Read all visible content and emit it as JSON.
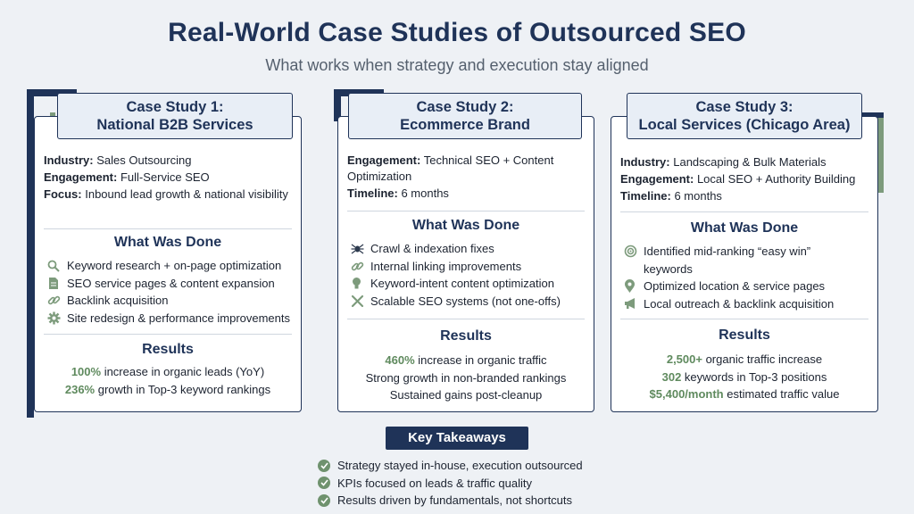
{
  "title": "Real-World Case Studies of Outsourced SEO",
  "subtitle": "What works when strategy and execution stay aligned",
  "colors": {
    "navy": "#1f3358",
    "green": "#5f8a5e",
    "accent_green": "#7d9b7c"
  },
  "cards": [
    {
      "header_line1": "Case Study 1:",
      "header_line2": "National B2B Services",
      "meta": [
        {
          "label": "Industry:",
          "value": " Sales Outsourcing"
        },
        {
          "label": "Engagement:",
          "value": " Full-Service SEO"
        },
        {
          "label": "Focus:",
          "value": " Inbound lead growth & national visibility"
        }
      ],
      "done_title": "What Was Done",
      "done": [
        {
          "icon": "search-icon",
          "text": "Keyword research + on-page optimization"
        },
        {
          "icon": "document-icon",
          "text": "SEO service pages & content expansion"
        },
        {
          "icon": "link-icon",
          "text": "Backlink acquisition"
        },
        {
          "icon": "gear-icon",
          "text": "Site redesign & performance improvements"
        }
      ],
      "results_title": "Results",
      "results": [
        {
          "hl": "100%",
          "text": " increase in organic leads (YoY)"
        },
        {
          "hl": "236%",
          "text": " growth in Top-3 keyword rankings"
        }
      ]
    },
    {
      "header_line1": "Case Study 2:",
      "header_line2": "Ecommerce Brand",
      "meta": [
        {
          "label": "Engagement:",
          "value": " Technical SEO + Content Optimization"
        },
        {
          "label": "Timeline:",
          "value": " 6 months"
        }
      ],
      "done_title": "What Was Done",
      "done": [
        {
          "icon": "spider-icon",
          "text": "Crawl & indexation fixes"
        },
        {
          "icon": "link-icon",
          "text": "Internal linking improvements"
        },
        {
          "icon": "lightbulb-icon",
          "text": "Keyword-intent content optimization"
        },
        {
          "icon": "tools-icon",
          "text": "Scalable SEO systems (not one-offs)"
        }
      ],
      "results_title": "Results",
      "results": [
        {
          "hl": "460%",
          "text": " increase in organic traffic"
        },
        {
          "hl": "",
          "text": "Strong growth in non-branded rankings"
        },
        {
          "hl": "",
          "text": "Sustained gains post-cleanup"
        }
      ]
    },
    {
      "header_line1": "Case Study 3:",
      "header_line2": "Local Services (Chicago Area)",
      "meta": [
        {
          "label": "Industry:",
          "value": " Landscaping & Bulk Materials"
        },
        {
          "label": "Engagement:",
          "value": " Local SEO + Authority Building"
        },
        {
          "label": "Timeline:",
          "value": " 6 months"
        }
      ],
      "done_title": "What Was Done",
      "done": [
        {
          "icon": "target-icon",
          "text": "Identified mid-ranking “easy win” keywords"
        },
        {
          "icon": "location-pin-icon",
          "text": "Optimized location & service pages"
        },
        {
          "icon": "megaphone-icon",
          "text": "Local outreach & backlink acquisition"
        }
      ],
      "results_title": "Results",
      "results": [
        {
          "hl": "2,500+",
          "text": " organic traffic increase"
        },
        {
          "hl": "302",
          "text": " keywords in Top-3 positions"
        },
        {
          "hl": "$5,400/month",
          "text": " estimated traffic value"
        }
      ]
    }
  ],
  "takeaways_title": "Key Takeaways",
  "takeaways": [
    "Strategy stayed in-house, execution outsourced",
    "KPIs focused on leads & traffic quality",
    "Results driven by fundamentals, not shortcuts"
  ]
}
